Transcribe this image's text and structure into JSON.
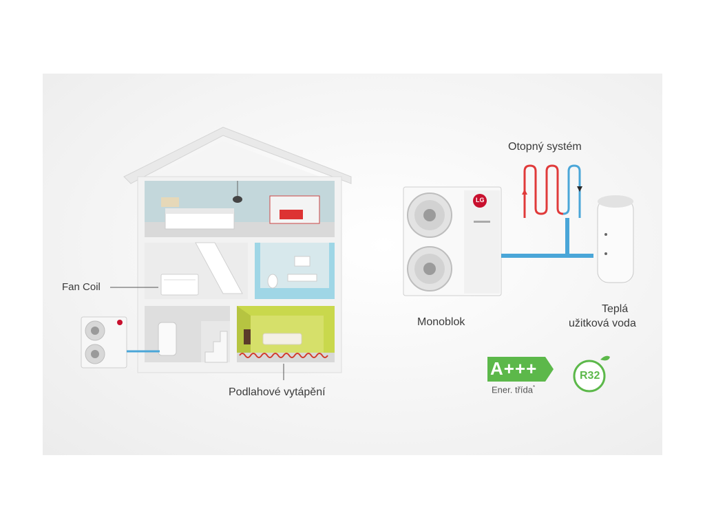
{
  "labels": {
    "fan_coil": "Fan Coil",
    "floor_heating": "Podlahové vytápění",
    "heating_system": "Otopný systém",
    "monoblock": "Monoblok",
    "hot_water_line1": "Teplá",
    "hot_water_line2": "užitková voda"
  },
  "badges": {
    "energy_class": "A+++",
    "energy_caption": "Ener. třída",
    "energy_asterisk": "*",
    "refrigerant": "R32"
  },
  "brand": {
    "logo_text": "LG"
  },
  "colors": {
    "pipe_blue": "#4aa6d8",
    "hot_red": "#e03a3a",
    "energy_green": "#5cb84a",
    "lg_red": "#c8102e",
    "bath_blue": "#9fd6e6",
    "living_green": "#c8d84a",
    "bedroom_gray": "#bcd1d6"
  }
}
